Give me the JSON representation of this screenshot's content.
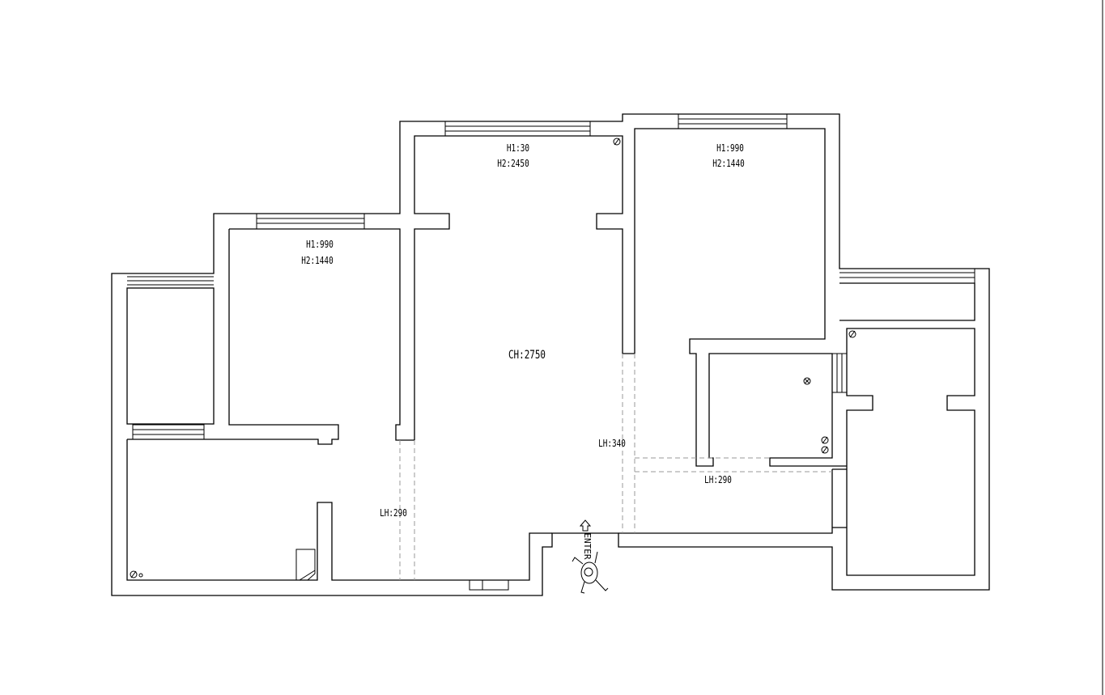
{
  "labels": {
    "room_top_center_h1": "H1:30",
    "room_top_center_h2": "H2:2450",
    "room_top_right_h1": "H1:990",
    "room_top_right_h2": "H2:1440",
    "room_left_h1": "H1:990",
    "room_left_h2": "H2:1440",
    "ceiling_height": "CH:2750",
    "lintel_center": "LH:340",
    "lintel_right": "LH:290",
    "lintel_left": "LH:290",
    "entrance": "ENTER"
  }
}
